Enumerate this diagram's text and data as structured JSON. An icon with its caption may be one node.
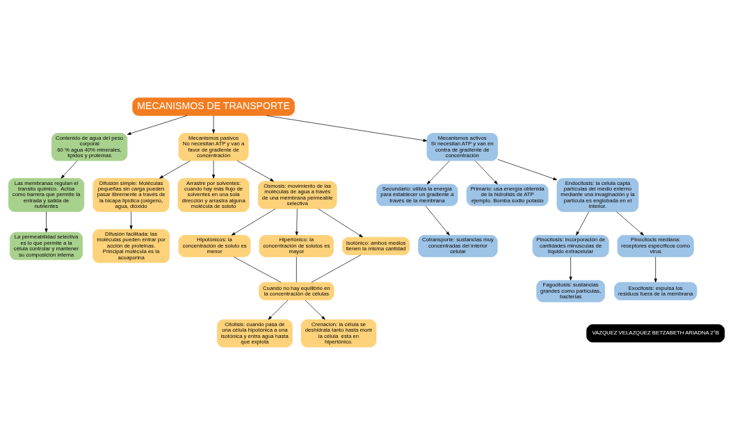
{
  "diagram": {
    "nodes": [
      {
        "text": [
          "MECANISMOS DE TRANSPORTE"
        ]
      },
      {
        "text": [
          "Contenido de agua del peso corporal",
          "60 % agua 40% minerales, lípidos y proteínas"
        ]
      },
      {
        "text": [
          "Las membranas regulan el transito químico.  Actúa como barrera que permite la entrada y salida de nutrientes"
        ]
      },
      {
        "text": [
          "La permeabilidad selectiva es lo que permite a la célula controlar y mantener su composición interna"
        ]
      },
      {
        "text": [
          "Mecanismos pasivos",
          "No necesitan ATP y van a favor de gradiente de concentración"
        ]
      },
      {
        "text": [
          "Difusión simple: Moléculas pequeñas sin carga pueden pasar libremente a través de la bicapa lipídica (oxigeno, agua, dióxido"
        ]
      },
      {
        "text": [
          "Difusión facilitada: las moléculas pueden entrar por acción de proteinas. Principal molécula es la acuaporina"
        ]
      },
      {
        "text": [
          "Arrastre por solventes: cuando hay más flujo de solventes en una sola dirección y arrastra alguna molécula de soluto"
        ]
      },
      {
        "text": [
          "Osmosis: movimiento de las moléculas de agua a través de una membrana permeable selectiva"
        ]
      },
      {
        "text": [
          "Hipotónicos: la concentración de soluto es menor"
        ]
      },
      {
        "text": [
          "Hipertónico: la concentración de solutos es mayor"
        ]
      },
      {
        "text": [
          "Isotónico: ambos medios tienen la misma cantidad"
        ]
      },
      {
        "text": [
          "Cuando no hay equilibrio en la concentración de células"
        ]
      },
      {
        "text": [
          "Citolisis: cuando pasa de una célula hipotónica a una isotónica y entra agua hasta que explota"
        ]
      },
      {
        "text": [
          "Crenacion: la célula se deshidrata tanto hasta morir la célula  esta en hipertónico."
        ]
      },
      {
        "text": [
          "Mecanismos activos",
          "Si necesitan ATP y van en contra de gradiente de concentración"
        ]
      },
      {
        "text": [
          "Secundario: utiliza la energía para establecer un gradiente a través de la membrana"
        ]
      },
      {
        "text": [
          "Primario: usa energía obtenida de la hidrolisis de ATP ejemplo. Bomba sodio potasio"
        ]
      },
      {
        "text": [
          "Cotransporte: sustancias muy concentradas del interior celular"
        ]
      },
      {
        "text": [
          "Endocitosis: la celula capta partículas del medio externo mediante una invaginación y la partícula es englobada en el interior."
        ]
      },
      {
        "text": [
          "Pinocitosis: incorporación de cantidades minúsculas de líquido extracelular"
        ]
      },
      {
        "text": [
          "Pinocitocis mediana: receptores específicos como virus"
        ]
      },
      {
        "text": [
          "Fagocitosis: sustancias grandes como partículas, bacterias"
        ]
      },
      {
        "text": [
          "Exocitosis: expulsa los residuos fuera de la membrana"
        ]
      },
      {
        "text": [
          "VAZQUEZ VELAZQUEZ BETZABETH ARIADNA 2°B"
        ]
      }
    ],
    "edges": [
      {
        "from": 0,
        "to": 1,
        "arrow": "to"
      },
      {
        "from": 0,
        "to": 4,
        "arrow": "to"
      },
      {
        "from": 0,
        "to": 15,
        "arrow": "to"
      },
      {
        "from": 1,
        "to": 2,
        "arrow": "to"
      },
      {
        "from": 2,
        "to": 3,
        "arrow": "to"
      },
      {
        "from": 4,
        "to": 5,
        "arrow": "to"
      },
      {
        "from": 4,
        "to": 8,
        "arrow": "to"
      },
      {
        "from": 4,
        "to": 7,
        "arrow": "to"
      },
      {
        "from": 5,
        "to": 6,
        "arrow": "to"
      },
      {
        "from": 8,
        "to": 9,
        "arrow": "to"
      },
      {
        "from": 8,
        "to": 10,
        "arrow": "to"
      },
      {
        "from": 8,
        "to": 11,
        "arrow": "to"
      },
      {
        "from": 9,
        "to": 12,
        "arrow": "none"
      },
      {
        "from": 10,
        "to": 12,
        "arrow": "none"
      },
      {
        "from": 11,
        "to": 12,
        "arrow": "none"
      },
      {
        "from": 12,
        "to": 13,
        "arrow": "to"
      },
      {
        "from": 12,
        "to": 14,
        "arrow": "to"
      },
      {
        "from": 15,
        "to": 16,
        "arrow": "to"
      },
      {
        "from": 15,
        "to": 19,
        "arrow": "to"
      },
      {
        "from": 15,
        "to": 17,
        "arrow": "to"
      },
      {
        "from": 16,
        "to": 18,
        "arrow": "to"
      },
      {
        "from": 19,
        "to": 20,
        "arrow": "to"
      },
      {
        "from": 19,
        "to": 21,
        "arrow": "to"
      },
      {
        "from": 20,
        "to": 22,
        "arrow": "to"
      },
      {
        "from": 21,
        "to": 23,
        "arrow": "to"
      }
    ]
  }
}
